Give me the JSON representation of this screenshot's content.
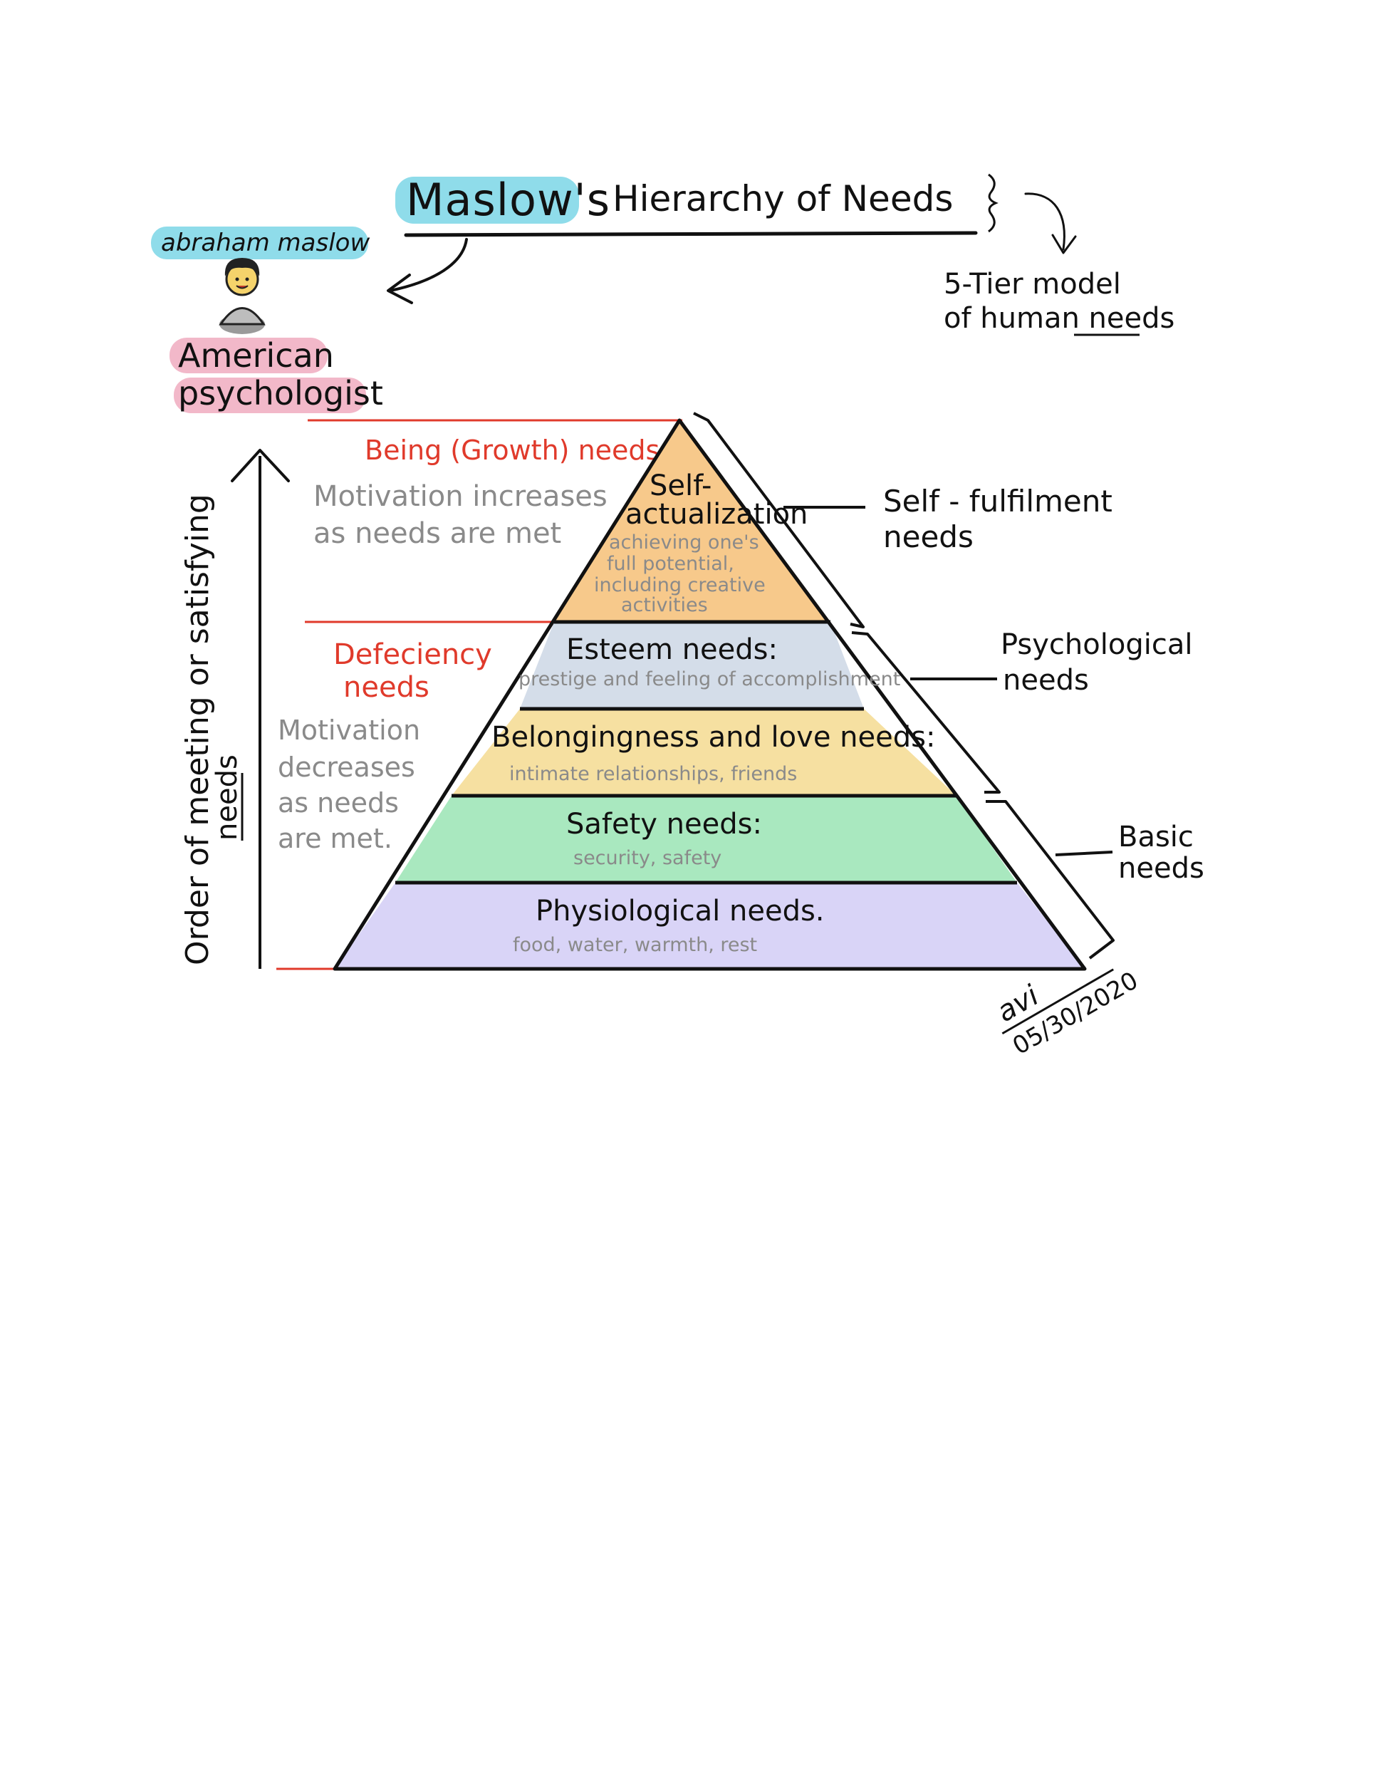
{
  "title": {
    "highlight": "Maslow's",
    "rest": "Hierarchy of Needs",
    "note_line1": "5-Tier model",
    "note_line2_prefix": "of human ",
    "note_line2_underlined": "needs"
  },
  "author": {
    "name": "abraham maslow",
    "role_line1": "American",
    "role_line2": "psychologist"
  },
  "axis": {
    "label_main": "Order of meeting or satisfying",
    "label_underlined": "needs"
  },
  "left_notes": {
    "being_heading": "Being (Growth) needs",
    "being_line1": "Motivation increases",
    "being_line2": "as needs are met",
    "deficiency_heading_line1": "Defeciency",
    "deficiency_heading_line2": "needs",
    "deficiency_line1": "Motivation",
    "deficiency_line2": "decreases",
    "deficiency_line3": "as needs",
    "deficiency_line4": "are met."
  },
  "tiers": [
    {
      "label_line1": "Self-",
      "label_line2": "actualization",
      "desc_line1": "achieving one's",
      "desc_line2": "full potential,",
      "desc_line3": "including creative",
      "desc_line4": "activities",
      "color": "#f7c98b"
    },
    {
      "label": "Esteem needs:",
      "desc": "prestige and feeling of accomplishment",
      "color": "#d4dde9"
    },
    {
      "label": "Belongingness and love needs:",
      "desc": "intimate relationships, friends",
      "color": "#f6e0a1"
    },
    {
      "label": "Safety needs:",
      "desc": "security, safety",
      "color": "#a9e8bf"
    },
    {
      "label": "Physiological needs.",
      "desc": "food, water, warmth, rest",
      "color": "#d9d4f7"
    }
  ],
  "groups": {
    "self_fulfilment_line1": "Self - fulfilment",
    "self_fulfilment_line2": "needs",
    "psychological_line1": "Psychological",
    "psychological_line2": "needs",
    "basic_line1": "Basic",
    "basic_line2": "needs"
  },
  "signature": {
    "name": "avi",
    "date": "05/30/2020"
  },
  "colors": {
    "highlight_cyan": "#8fdcea",
    "highlight_pink": "#f2b8c9",
    "accent_red": "#e03a2b",
    "gray_text": "#8a8a8a"
  }
}
